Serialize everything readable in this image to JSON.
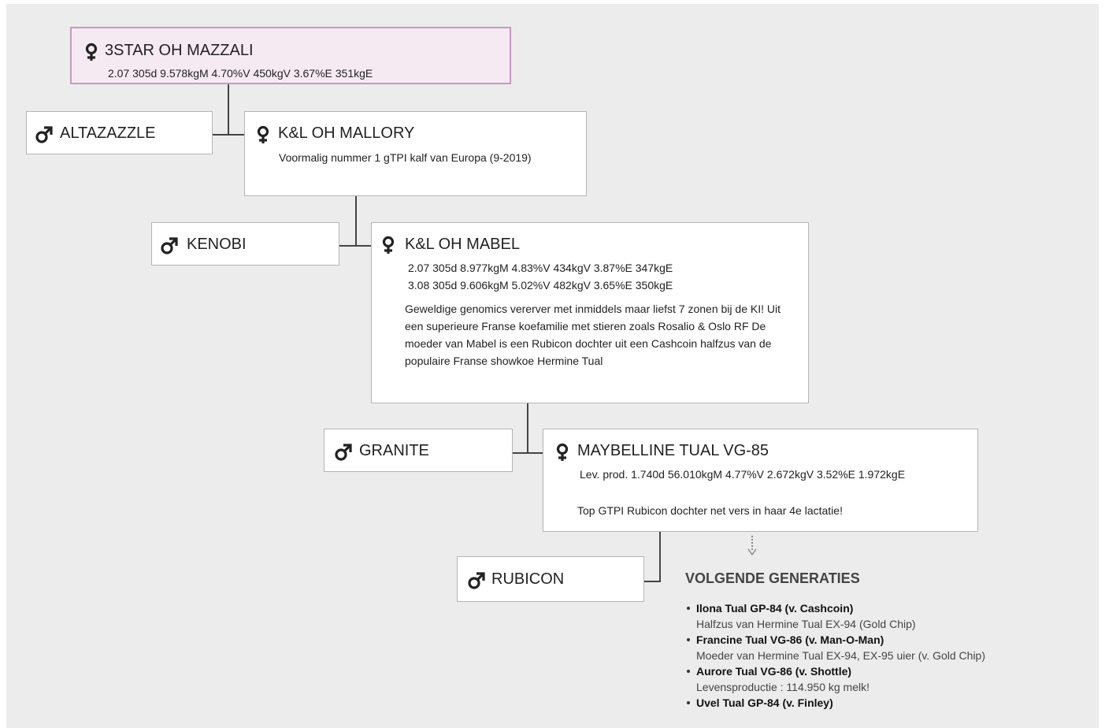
{
  "pedigree": {
    "female1": {
      "name": "3STAR OH MAZZALI",
      "stats": [
        "2.07 305d 9.578kgM 4.70%V 450kgV 3.67%E 351kgE"
      ]
    },
    "male1": {
      "name": "ALTAZAZZLE"
    },
    "female2": {
      "name": "K&L OH MALLORY",
      "note": "Voormalig nummer 1 gTPI kalf van Europa (9-2019)"
    },
    "male2": {
      "name": "KENOBI"
    },
    "female3": {
      "name": "K&L OH MABEL",
      "stats": [
        "2.07 305d  8.977kgM  4.83%V  434kgV  3.87%E  347kgE",
        "3.08 305d  9.606kgM  5.02%V  482kgV  3.65%E  350kgE"
      ],
      "note": "Geweldige genomics vererver met inmiddels maar liefst 7 zonen bij de KI! Uit een superieure Franse koefamilie met stieren zoals Rosalio & Oslo RF De moeder van Mabel is een Rubicon dochter uit een Cashcoin halfzus van de populaire Franse showkoe Hermine Tual"
    },
    "male3": {
      "name": "GRANITE"
    },
    "female4": {
      "name": "MAYBELLINE TUAL VG-85",
      "stats": [
        "Lev. prod. 1.740d 56.010kgM 4.77%V 2.672kgV 3.52%E 1.972kgE"
      ],
      "note": "Top GTPI Rubicon dochter net vers in haar 4e lactatie!"
    },
    "male4": {
      "name": "RUBICON"
    }
  },
  "generations": {
    "title": "VOLGENDE GENERATIES",
    "items": [
      {
        "name": "Ilona Tual GP-84 (v. Cashcoin)",
        "desc": "Halfzus van Hermine Tual EX-94 (Gold Chip)"
      },
      {
        "name": "Francine Tual VG-86 (v. Man-O-Man)",
        "desc": "Moeder van Hermine Tual EX-94, EX-95 uier (v. Gold Chip)"
      },
      {
        "name": "Aurore Tual VG-86 (v. Shottle)",
        "desc": "Levensproductie : 114.950 kg melk!"
      },
      {
        "name": "Uvel Tual GP-84 (v. Finley)",
        "desc": ""
      }
    ]
  }
}
